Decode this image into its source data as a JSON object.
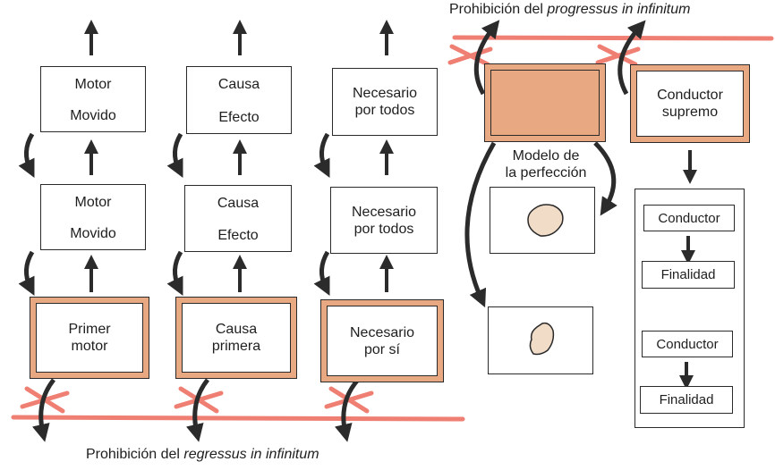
{
  "colors": {
    "frame_fill": "#e8a882",
    "prohibition_line": "#ef7f72",
    "arrow": "#2b2b2b",
    "blob_fill": "#f1dcc8"
  },
  "columns": [
    {
      "name": "motor",
      "upper_box": {
        "top": "Motor",
        "bottom": "Movido"
      },
      "middle_box": {
        "top": "Motor",
        "bottom": "Movido"
      },
      "first_box": {
        "line1": "Primer",
        "line2": "motor"
      }
    },
    {
      "name": "causa",
      "upper_box": {
        "top": "Causa",
        "bottom": "Efecto"
      },
      "middle_box": {
        "top": "Causa",
        "bottom": "Efecto"
      },
      "first_box": {
        "line1": "Causa",
        "line2": "primera"
      }
    },
    {
      "name": "necesario",
      "upper_box": {
        "line1": "Necesario",
        "line2": "por todos"
      },
      "middle_box": {
        "line1": "Necesario",
        "line2": "por todos"
      },
      "first_box": {
        "line1": "Necesario",
        "line2": "por sí"
      }
    }
  ],
  "regressus_caption": {
    "prefix": "Prohibición del",
    "italic": "regressus in infinitum"
  },
  "progressus_caption": {
    "prefix": "Prohibición del",
    "italic": "progressus in infinitum"
  },
  "perfection": {
    "label_line1": "Modelo de",
    "label_line2": "la perfección"
  },
  "governor": {
    "supreme": {
      "line1": "Conductor",
      "line2": "supremo"
    },
    "pairs": [
      {
        "conductor": "Conductor",
        "finalidad": "Finalidad"
      },
      {
        "conductor": "Conductor",
        "finalidad": "Finalidad"
      }
    ]
  }
}
